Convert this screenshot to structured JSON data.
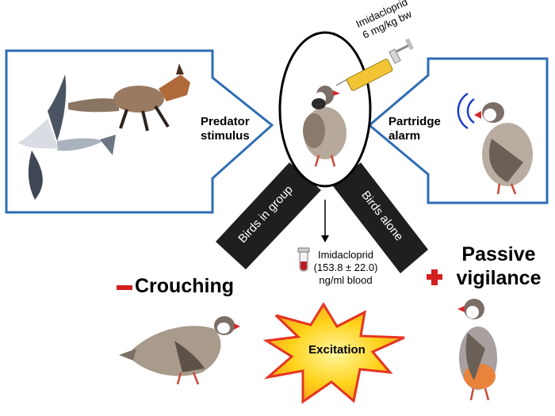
{
  "predator": {
    "line1": "Predator",
    "line2": "stimulus"
  },
  "alarm": {
    "line1": "Partridge",
    "line2": "alarm"
  },
  "syringe": {
    "line1": "Imidacloprid",
    "line2": "6 mg/kg bw"
  },
  "banners": {
    "group": "Birds in group",
    "alone": "Birds alone"
  },
  "blood": {
    "line1": "Imidacloprid",
    "line2": "(153.8 ± 22.0)",
    "line3": "ng/ml blood"
  },
  "outcomes": {
    "crouching": "Crouching",
    "passive_line1": "Passive",
    "passive_line2": "vigilance",
    "excitation": "Excitation"
  },
  "colors": {
    "frame_blue": "#2e6db4",
    "banner": "#1f1f1f",
    "minus_plus": "#d21f1f",
    "burst": "#ffd21a",
    "burst_edge": "#e53422"
  }
}
